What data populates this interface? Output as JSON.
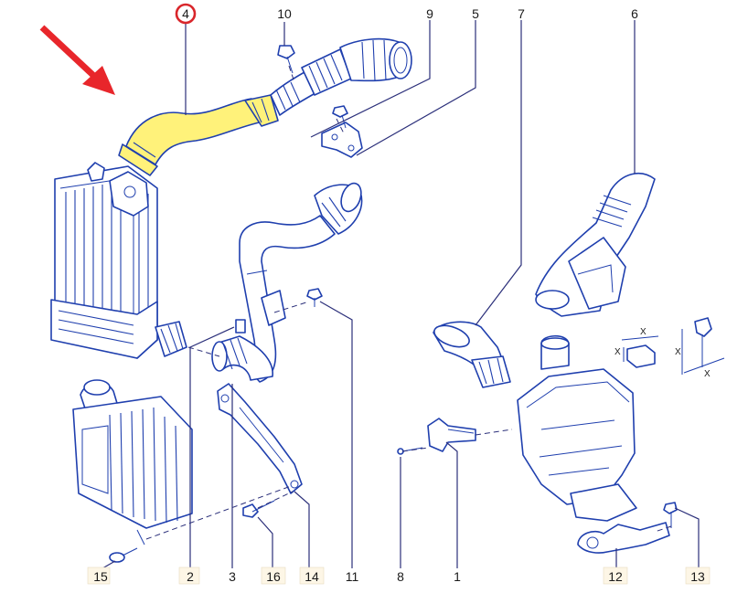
{
  "colors": {
    "line": "#1f3fae",
    "highlight": "#fff27a",
    "highlight_circle": "#d9262b",
    "arrow": "#e8262b",
    "leader": "#2b2f7a",
    "label_box": "#fdf6e6"
  },
  "callouts": {
    "c1": "1",
    "c2": "2",
    "c3": "3",
    "c4": "4",
    "c5": "5",
    "c6": "6",
    "c7": "7",
    "c8": "8",
    "c9": "9",
    "c10": "10",
    "c11": "11",
    "c12": "12",
    "c13": "13",
    "c14": "14",
    "c15": "15",
    "c16": "16"
  },
  "highlighted_part": "4",
  "dimension_marks": {
    "mark": "X"
  }
}
